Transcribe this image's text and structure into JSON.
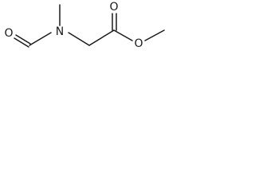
{
  "molecule": {
    "atoms": {
      "formyl_O": "O",
      "amide_N": "N",
      "carbonyl_O": "O",
      "ester_O": "O"
    }
  }
}
